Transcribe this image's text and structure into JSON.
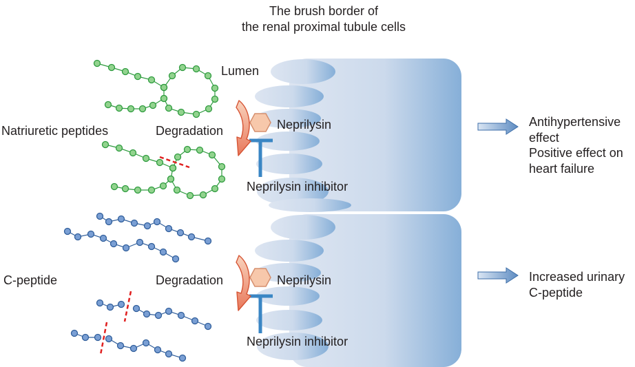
{
  "header": {
    "title_line1": "The brush border of",
    "title_line2": "the renal proximal tubule cells"
  },
  "lumen_label": "Lumen",
  "top_panel": {
    "peptide_label": "Natriuretic peptides",
    "process_label": "Degradation",
    "enzyme_label": "Neprilysin",
    "inhibitor_label": "Neprilysin inhibitor",
    "outcomes": [
      "Antihypertensive",
      "effect",
      "Positive effect on",
      "heart failure"
    ]
  },
  "bottom_panel": {
    "peptide_label": "C-peptide",
    "process_label": "Degradation",
    "enzyme_label": "Neprilysin",
    "inhibitor_label": "Neprilysin inhibitor",
    "outcomes": [
      "Increased urinary",
      "C-peptide"
    ]
  },
  "colors": {
    "cell_light": "#dce4f1",
    "cell_dark": "#8db3d9",
    "natriuretic_bead": "#92d38e",
    "natriuretic_stroke": "#2e9b3e",
    "cpeptide_bead": "#7a9fd4",
    "cpeptide_stroke": "#2f5d9a",
    "neprilysin_fill": "#f6c4a6",
    "inhibitor": "#3a86c4",
    "cleavage": "#e02020",
    "curved_arrow": "#f08a6a",
    "outcome_arrow": "#6f98c7"
  }
}
